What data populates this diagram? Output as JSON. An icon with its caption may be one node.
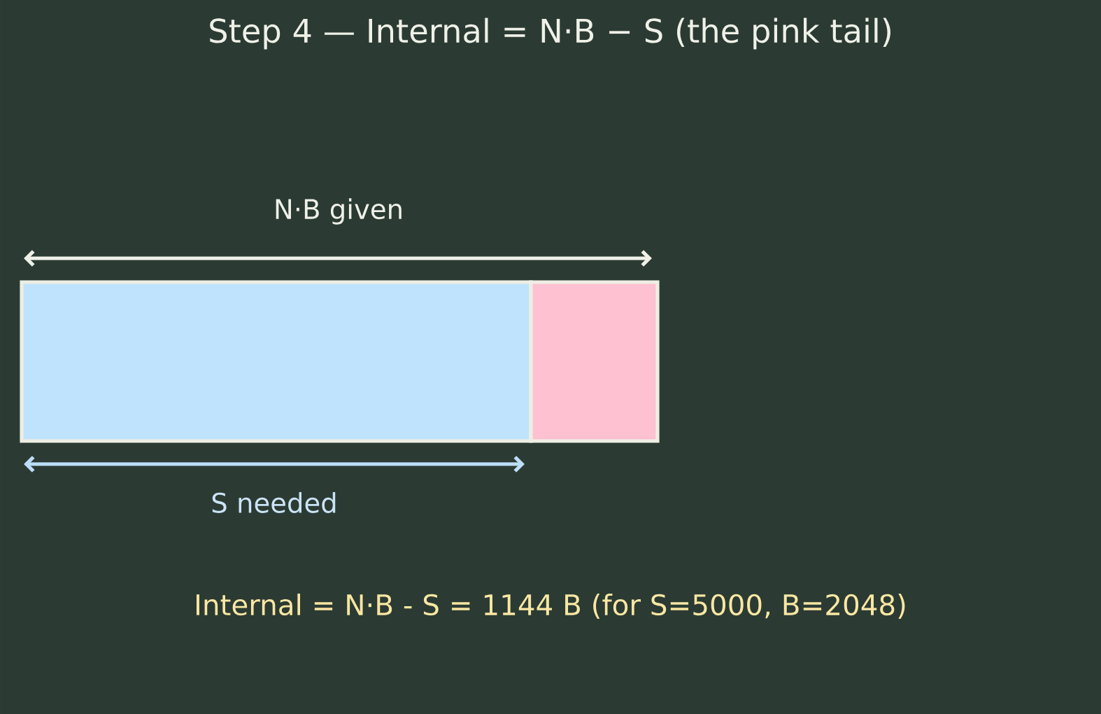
{
  "diagram": {
    "title": "Step 4 — Internal = N·B − S (the pink tail)",
    "nodes": [
      {
        "text": [],
        "shape": "box"
      },
      {
        "text": [],
        "shape": "box"
      }
    ],
    "labels": [
      "N·B given",
      "S needed",
      "Internal = N·B - S = 1144 B  (for S=5000, B=2048)"
    ]
  }
}
